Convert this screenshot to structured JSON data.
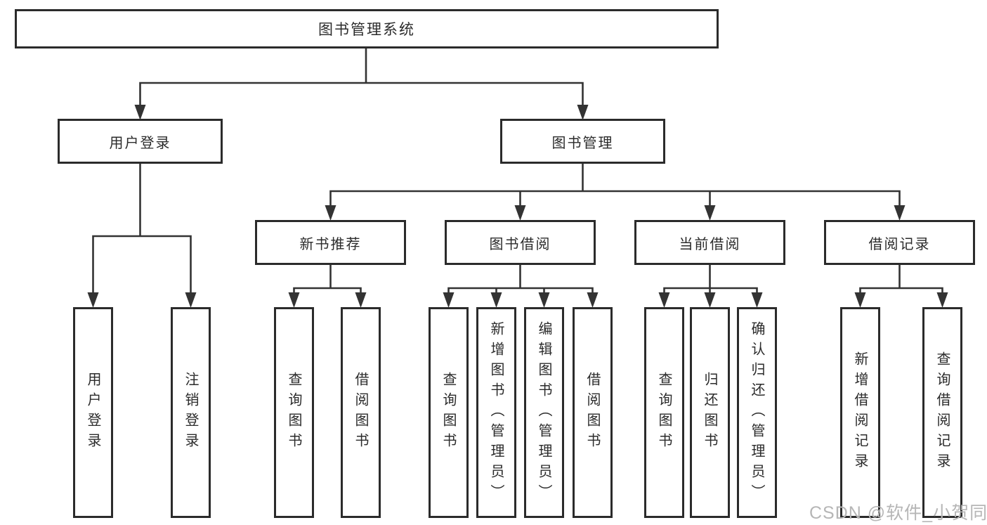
{
  "diagram": {
    "root": {
      "label": "图书管理系统"
    },
    "branches": [
      {
        "label": "用户登录",
        "leaves": [
          {
            "label": "用户登录"
          },
          {
            "label": "注销登录"
          }
        ]
      },
      {
        "label": "图书管理",
        "groups": [
          {
            "label": "新书推荐",
            "leaves": [
              {
                "label": "查询图书"
              },
              {
                "label": "借阅图书"
              }
            ]
          },
          {
            "label": "图书借阅",
            "leaves": [
              {
                "label": "查询图书"
              },
              {
                "label": "新增图书（管理员）"
              },
              {
                "label": "编辑图书（管理员）"
              },
              {
                "label": "借阅图书"
              }
            ]
          },
          {
            "label": "当前借阅",
            "leaves": [
              {
                "label": "查询图书"
              },
              {
                "label": "归还图书"
              },
              {
                "label": "确认归还（管理员）"
              }
            ]
          },
          {
            "label": "借阅记录",
            "leaves": [
              {
                "label": "新增借阅记录"
              },
              {
                "label": "查询借阅记录"
              }
            ]
          }
        ]
      }
    ]
  },
  "watermark": {
    "text": "CSDN @软件_小贺同学"
  },
  "colors": {
    "line": "#333333",
    "box_border": "#2b2b2b",
    "text": "#2b2b2b",
    "watermark": "#b6b6b6",
    "background": "#ffffff"
  }
}
